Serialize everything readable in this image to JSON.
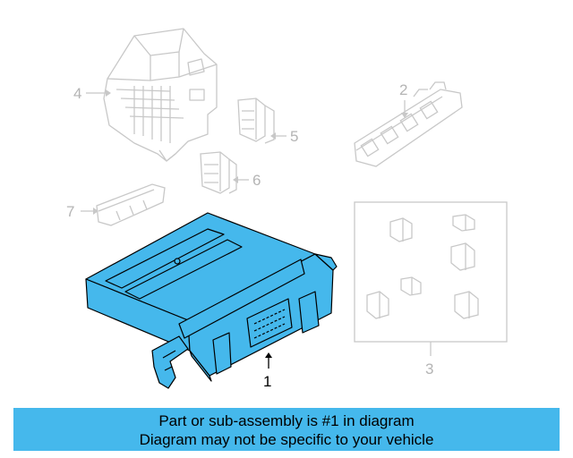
{
  "callouts": {
    "c1": "1",
    "c2": "2",
    "c3": "3",
    "c4": "4",
    "c5": "5",
    "c6": "6",
    "c7": "7"
  },
  "banner": {
    "line1": "Part or sub-assembly is #1 in diagram",
    "line2": "Diagram may not be specific to your vehicle"
  },
  "colors": {
    "highlight": "#45b8ec",
    "faded_part": "#c8c8c8",
    "outline": "#000000",
    "banner": "#45b8ec"
  }
}
